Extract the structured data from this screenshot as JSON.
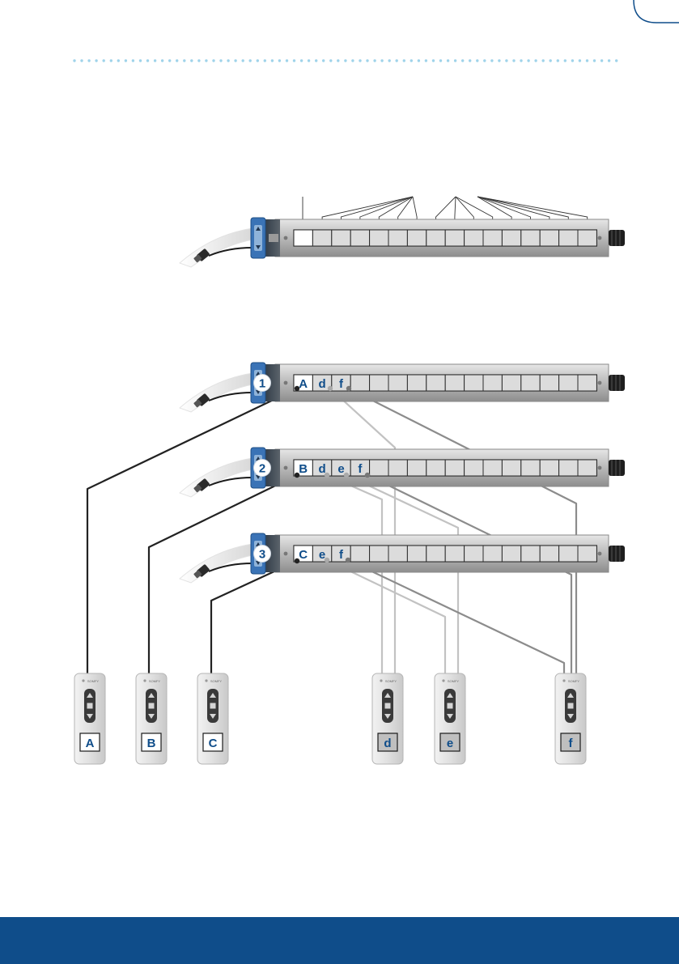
{
  "colors": {
    "accent": "#0f4d8a",
    "dots": "#9fd3ea",
    "footer": "#0f4d8a",
    "motor_blue": "#3a73b6",
    "tube_grey": "#b9b9b9",
    "line_dark": "#222222",
    "line_mid": "#8c8c8c",
    "line_light": "#c2c2c2"
  },
  "motors": [
    {
      "number": "",
      "slots": [
        "",
        "",
        "",
        "",
        "",
        "",
        "",
        "",
        "",
        "",
        "",
        "",
        "",
        "",
        "",
        ""
      ]
    },
    {
      "number": "1",
      "slots": [
        "A",
        "d",
        "f",
        "",
        "",
        "",
        "",
        "",
        "",
        "",
        "",
        "",
        "",
        "",
        "",
        ""
      ]
    },
    {
      "number": "2",
      "slots": [
        "B",
        "d",
        "e",
        "f",
        "",
        "",
        "",
        "",
        "",
        "",
        "",
        "",
        "",
        "",
        "",
        ""
      ]
    },
    {
      "number": "3",
      "slots": [
        "C",
        "e",
        "f",
        "",
        "",
        "",
        "",
        "",
        "",
        "",
        "",
        "",
        "",
        "",
        "",
        ""
      ]
    }
  ],
  "remotes": [
    {
      "label": "A",
      "brand": "SOMFY"
    },
    {
      "label": "B",
      "brand": "SOMFY"
    },
    {
      "label": "C",
      "brand": "SOMFY"
    },
    {
      "label": "d",
      "brand": "SOMFY"
    },
    {
      "label": "e",
      "brand": "SOMFY"
    },
    {
      "label": "f",
      "brand": "SOMFY"
    }
  ],
  "icons": {
    "up": "up-arrow-icon",
    "stop": "stop-icon",
    "down": "down-arrow-icon"
  }
}
